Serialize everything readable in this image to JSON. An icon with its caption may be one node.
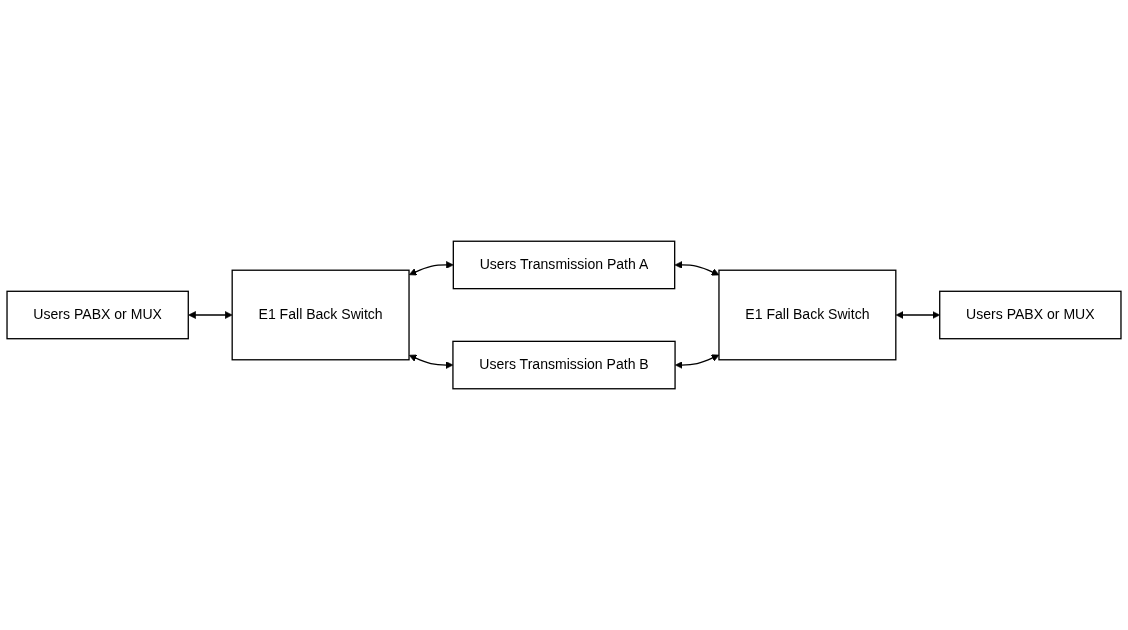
{
  "diagram": {
    "nodes": [
      {
        "text": [
          "Users PABX or MUX"
        ]
      },
      {
        "text": [
          "E1 Fall Back Switch"
        ]
      },
      {
        "text": [
          "Users Transmission Path A"
        ]
      },
      {
        "text": [
          "Users Transmission Path B"
        ]
      },
      {
        "text": [
          "E1 Fall Back Switch"
        ]
      },
      {
        "text": [
          "Users PABX or MUX"
        ]
      }
    ],
    "edges": [
      {
        "from": 0,
        "to": 1,
        "arrow": "both"
      },
      {
        "from": 1,
        "to": 2,
        "arrow": "both"
      },
      {
        "from": 2,
        "to": 4,
        "arrow": "both"
      },
      {
        "from": 1,
        "to": 3,
        "arrow": "both"
      },
      {
        "from": 3,
        "to": 4,
        "arrow": "both"
      },
      {
        "from": 4,
        "to": 5,
        "arrow": "both"
      }
    ]
  }
}
